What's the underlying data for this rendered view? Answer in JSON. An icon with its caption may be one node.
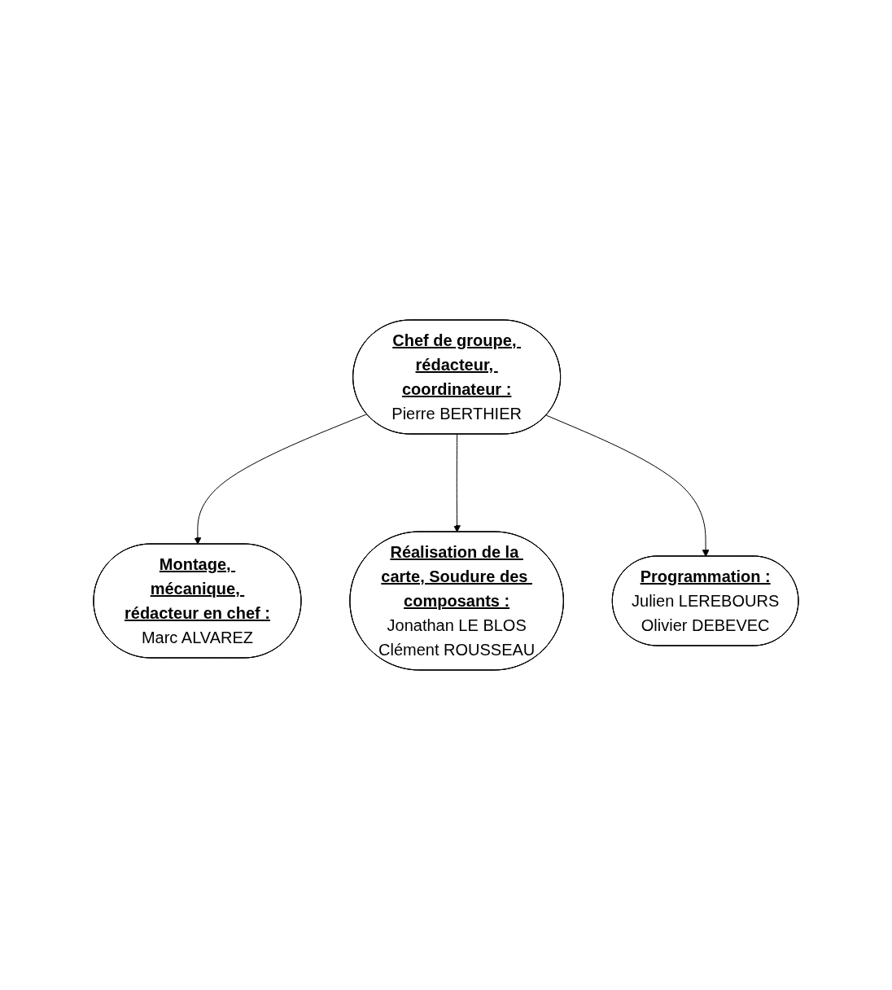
{
  "diagram": {
    "nodes": [
      {
        "text": [
          "Chef de groupe, rédacteur, coordinateur :",
          "Pierre BERTHIER"
        ]
      },
      {
        "text": [
          "Montage, mécanique, rédacteur en chef :",
          "Marc ALVAREZ"
        ]
      },
      {
        "text": [
          "Programmation :",
          "Julien LEREBOURS",
          "Olivier DEBEVEC"
        ]
      },
      {
        "text": [
          "Réalisation de la carte, Soudure des composants :",
          "Jonathan LE BLOS",
          "Clément ROUSSEAU"
        ]
      }
    ],
    "edges": [
      {
        "from": 0,
        "to": 1,
        "arrow": "to"
      },
      {
        "from": 0,
        "to": 3,
        "arrow": "to"
      },
      {
        "from": 0,
        "to": 2,
        "arrow": "to"
      }
    ]
  }
}
